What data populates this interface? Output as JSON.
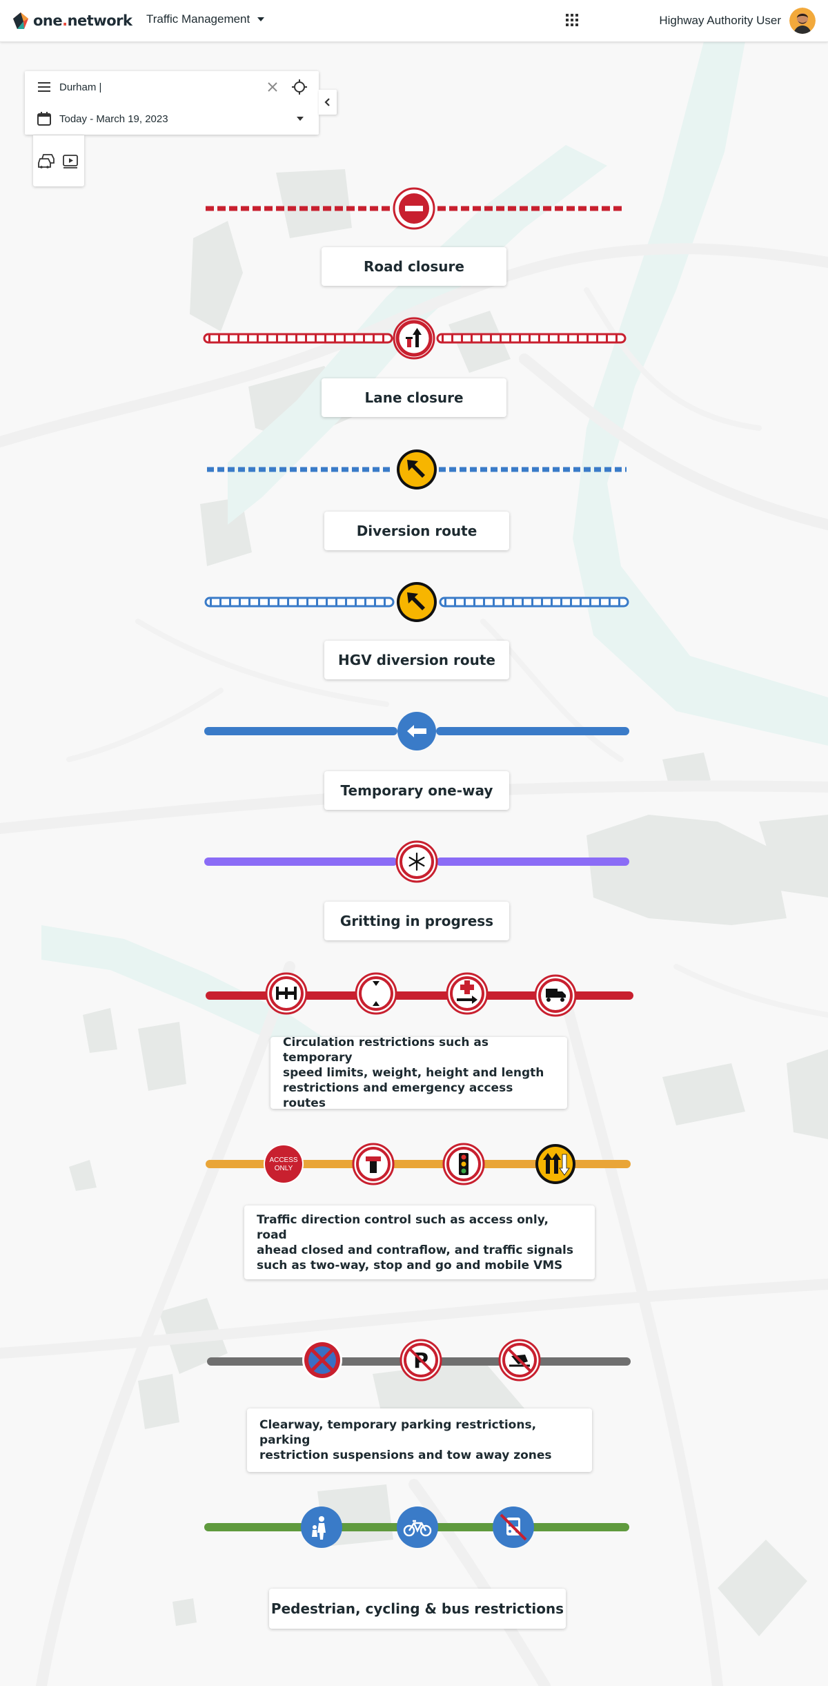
{
  "header": {
    "logo": {
      "word1": "one",
      "dot": ".",
      "word2": "network"
    },
    "module_label": "Traffic Management",
    "user_name": "Highway Authority User"
  },
  "search": {
    "value": "Durham |",
    "date_range": "Today - March 19, 2023"
  },
  "legend": {
    "road_closure": "Road closure",
    "lane_closure": "Lane closure",
    "diversion_route": "Diversion route",
    "hgv_diversion_route": "HGV diversion route",
    "temporary_one_way": "Temporary one-way",
    "gritting": "Gritting in progress",
    "circulation": {
      "line1": "Circulation restrictions such as temporary",
      "line2": "speed limits, weight, height and length",
      "line3": "restrictions and emergency access routes"
    },
    "traffic_direction": {
      "line1": "Traffic direction control such as access only, road",
      "line2": "ahead closed and contraflow, and traffic signals",
      "line3": "such as two-way, stop and go and mobile VMS"
    },
    "clearway": {
      "line1": "Clearway, temporary parking restrictions, parking",
      "line2": "restriction suspensions and tow away zones"
    },
    "pedestrian": "Pedestrian, cycling & bus restrictions",
    "access_only_sign": {
      "line1": "ACCESS",
      "line2": "ONLY"
    }
  },
  "colors": {
    "red": "#c8202f",
    "blue": "#3a7bc8",
    "purple": "#8b6cf6",
    "amber": "#e9a538",
    "yellow": "#f7b500",
    "grey": "#6f6f6f",
    "green": "#5f9a3e",
    "brand": "#e8483a"
  },
  "icons": [
    "hamburger-icon",
    "close-icon",
    "crosshair-icon",
    "calendar-icon",
    "caret-down-icon",
    "chevron-left-icon",
    "traffic-jam-icon",
    "play-video-icon",
    "apps-grid-icon"
  ]
}
